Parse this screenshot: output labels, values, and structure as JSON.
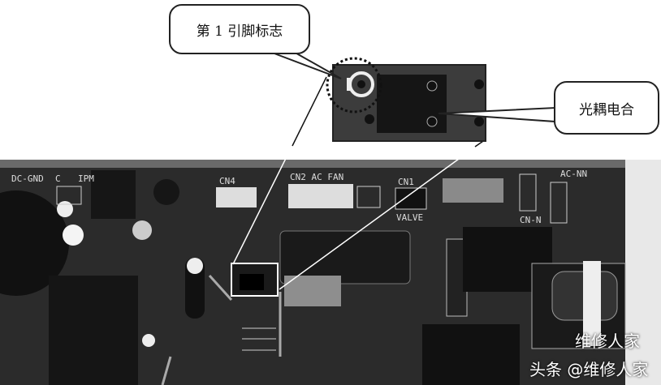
{
  "callouts": {
    "pin1_marker": "第 1 引脚标志",
    "optocoupler": "光耦电合"
  },
  "board_labels": {
    "dc_gnd": "DC-GND",
    "c": "C",
    "ipm": "IPM",
    "cn4": "CN4",
    "cn2_ac_fan": "CN2  AC FAN",
    "cn1": "CN1",
    "valve": "VALVE",
    "ac_nn": "AC-NN",
    "cn_n": "CN-N"
  },
  "watermark": {
    "brand": "头条",
    "handle": "@维修人家",
    "account": "维修人家"
  },
  "colors": {
    "board": "#2a2a2a",
    "inset": "#3a3a3a",
    "silk": "#dddddd"
  }
}
